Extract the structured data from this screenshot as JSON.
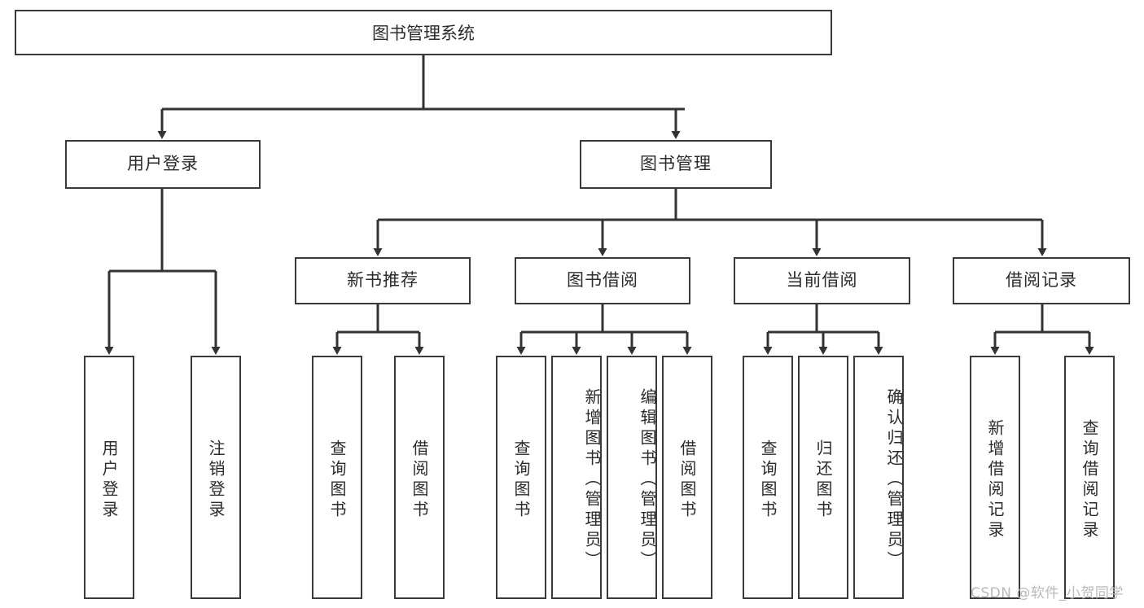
{
  "diagram": {
    "type": "tree-hierarchy",
    "title": "图书管理系统",
    "root": {
      "label": "图书管理系统"
    },
    "level2": [
      {
        "id": "user-login",
        "label": "用户登录"
      },
      {
        "id": "book-manage",
        "label": "图书管理"
      }
    ],
    "level3": [
      {
        "id": "new-book-recommend",
        "label": "新书推荐",
        "parent": "book-manage"
      },
      {
        "id": "book-borrow",
        "label": "图书借阅",
        "parent": "book-manage"
      },
      {
        "id": "current-borrow",
        "label": "当前借阅",
        "parent": "book-manage"
      },
      {
        "id": "borrow-record",
        "label": "借阅记录",
        "parent": "book-manage"
      }
    ],
    "leaves": [
      {
        "id": "leaf-user-login",
        "label": "用户登录",
        "parent": "user-login"
      },
      {
        "id": "leaf-user-logout",
        "label": "注销登录",
        "parent": "user-login"
      },
      {
        "id": "leaf-query-book-1",
        "label": "查询图书",
        "parent": "new-book-recommend"
      },
      {
        "id": "leaf-borrow-book-1",
        "label": "借阅图书",
        "parent": "new-book-recommend"
      },
      {
        "id": "leaf-query-book-2",
        "label": "查询图书",
        "parent": "book-borrow"
      },
      {
        "id": "leaf-add-book",
        "label": "新增图书（管理员）",
        "parent": "book-borrow"
      },
      {
        "id": "leaf-edit-book",
        "label": "编辑图书（管理员）",
        "parent": "book-borrow"
      },
      {
        "id": "leaf-borrow-book-2",
        "label": "借阅图书",
        "parent": "book-borrow"
      },
      {
        "id": "leaf-query-book-3",
        "label": "查询图书",
        "parent": "current-borrow"
      },
      {
        "id": "leaf-return-book",
        "label": "归还图书",
        "parent": "current-borrow"
      },
      {
        "id": "leaf-confirm-return",
        "label": "确认归还（管理员）",
        "parent": "current-borrow"
      },
      {
        "id": "leaf-add-record",
        "label": "新增借阅记录",
        "parent": "borrow-record"
      },
      {
        "id": "leaf-query-record",
        "label": "查询借阅记录",
        "parent": "borrow-record"
      }
    ],
    "colors": {
      "box_border": "#3a3a3a",
      "box_fill": "#ffffff",
      "connector": "#333333",
      "text": "#2b2b2b",
      "watermark": "#b9b9b9"
    }
  },
  "watermark": {
    "text": "CSDN @软件_小贺同学"
  }
}
